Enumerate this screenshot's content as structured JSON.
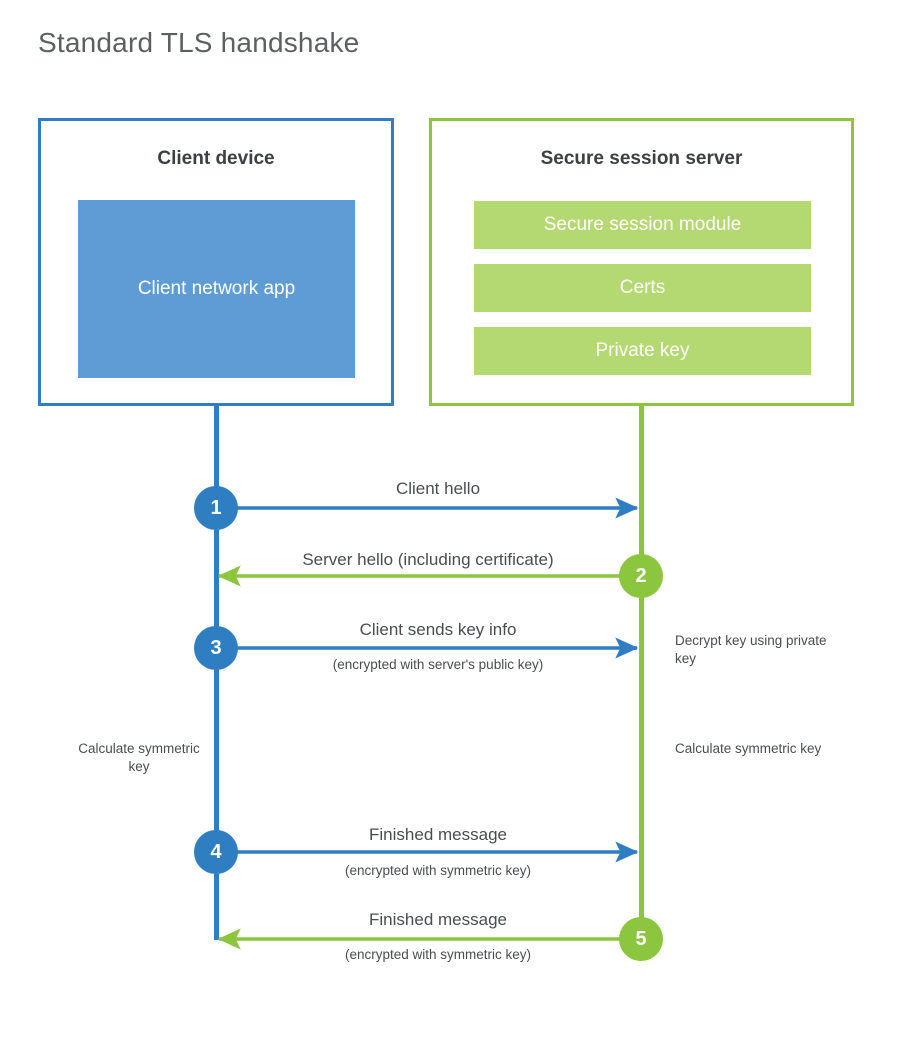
{
  "title": "Standard TLS handshake",
  "panels": {
    "client": {
      "heading": "Client device",
      "app_label": "Client network app"
    },
    "server": {
      "heading": "Secure session server",
      "bars": [
        "Secure session module",
        "Certs",
        "Private key"
      ]
    }
  },
  "steps": [
    {
      "number": "1",
      "label": "Client hello",
      "sub": "",
      "direction": "client-to-server",
      "color": "#2f7ec2"
    },
    {
      "number": "2",
      "label": "Server hello (including certificate)",
      "sub": "",
      "direction": "server-to-client",
      "color": "#8cc63f"
    },
    {
      "number": "3",
      "label": "Client sends key info",
      "sub": "(encrypted with server's public key)",
      "direction": "client-to-server",
      "color": "#2f7ec2"
    },
    {
      "number": "4",
      "label": "Finished message",
      "sub": "(encrypted with symmetric key)",
      "direction": "client-to-server",
      "color": "#2f7ec2"
    },
    {
      "number": "5",
      "label": "Finished message",
      "sub": "(encrypted with symmetric key)",
      "direction": "server-to-client",
      "color": "#8cc63f"
    }
  ],
  "notes": {
    "decrypt": "Decrypt key using private key",
    "calc_client": "Calculate symmetric key",
    "calc_server": "Calculate symmetric key"
  },
  "colors": {
    "client_accent": "#2f7ec2",
    "server_accent": "#8cc63f",
    "client_app_fill": "#5f9bd5",
    "server_bar_fill": "#b4d972",
    "title_text": "#5d6061",
    "body_text": "#4a4d4f",
    "background": "#ffffff"
  }
}
